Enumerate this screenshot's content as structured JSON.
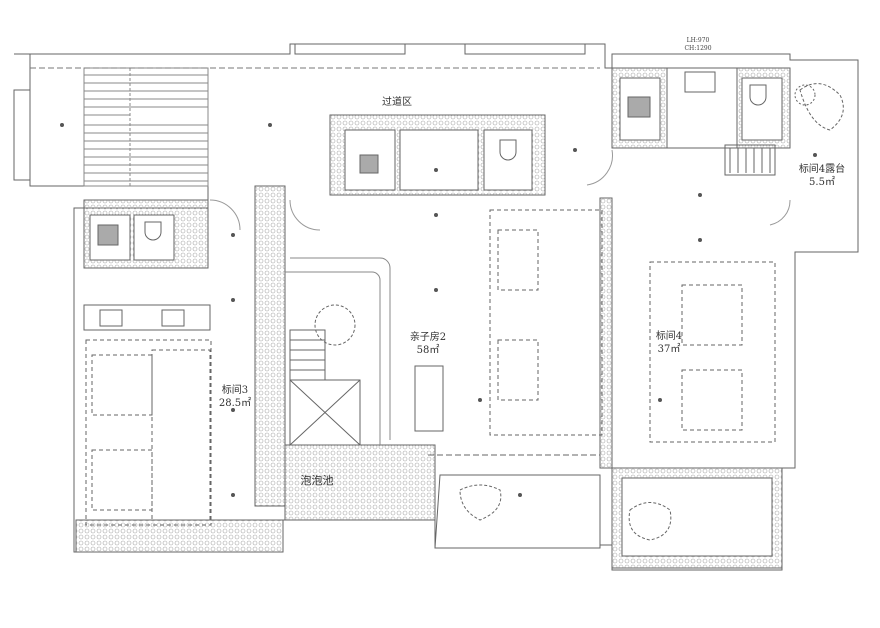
{
  "rooms": {
    "corridor": {
      "name": "过道区"
    },
    "family_room": {
      "name": "亲子房2",
      "area": "58㎡"
    },
    "standard_room_3": {
      "name": "标间3",
      "area": "28.5㎡"
    },
    "standard_room_4": {
      "name": "标间4",
      "area": "37㎡"
    },
    "terrace_4": {
      "name": "标间4露台",
      "area": "5.5㎡"
    },
    "bubble_pool": {
      "name": "泡泡池"
    }
  },
  "dimensions": {
    "lh": "LH:970",
    "ch": "CH:1290"
  },
  "colors": {
    "line": "#555555",
    "hatch": "#9a9a9a"
  }
}
